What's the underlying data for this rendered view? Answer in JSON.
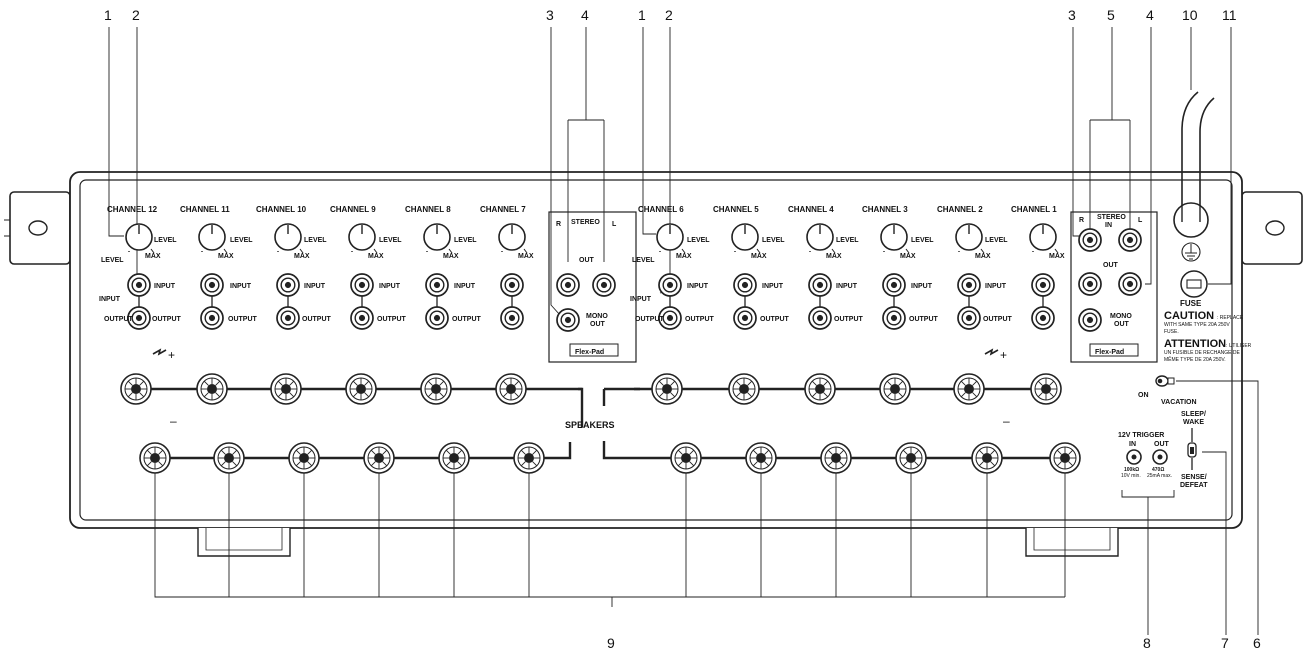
{
  "callouts": {
    "top": [
      "1",
      "2",
      "3",
      "4",
      "1",
      "2",
      "3",
      "5",
      "4",
      "10",
      "11"
    ],
    "bottom": [
      "9",
      "8",
      "7",
      "6"
    ]
  },
  "channels_left": [
    "CHANNEL 12",
    "CHANNEL 11",
    "CHANNEL 10",
    "CHANNEL 9",
    "CHANNEL 8",
    "CHANNEL 7"
  ],
  "channels_right": [
    "CHANNEL 6",
    "CHANNEL 5",
    "CHANNEL 4",
    "CHANNEL 3",
    "CHANNEL 2",
    "CHANNEL 1"
  ],
  "labels": {
    "level": "LEVEL",
    "max": "MAX",
    "input": "INPUT",
    "output": "OUTPUT",
    "stereo": "STEREO",
    "stereo_in": "IN",
    "out": "OUT",
    "r": "R",
    "l": "L",
    "mono_out": [
      "MONO",
      "OUT"
    ],
    "flexpad": "Flex-Pad",
    "speakers": "SPEAKERS",
    "plus_sign": "+",
    "minus_sign": "–",
    "fuse": "FUSE",
    "caution": "CAUTION",
    "caution_text": [
      ": REPLACE",
      "WITH SAME TYPE 20A 250V",
      "FUSE."
    ],
    "attention": "ATTENTION",
    "attention_text": [
      ": UTILISER",
      "UN FUSIBLE DE RECHANGE DE",
      "MÊME TYPE DE 20A 250V."
    ],
    "on": "ON",
    "vacation": "VACATION",
    "sleep_wake": [
      "SLEEP/",
      "WAKE"
    ],
    "sense_defeat": [
      "SENSE/",
      "DEFEAT"
    ],
    "trigger_title": "12V TRIGGER",
    "trigger_in": "IN",
    "trigger_out": "OUT",
    "trigger_in_spec": [
      "100kΩ",
      "10V min."
    ],
    "trigger_out_spec": [
      "470Ω",
      "25mA max."
    ]
  }
}
